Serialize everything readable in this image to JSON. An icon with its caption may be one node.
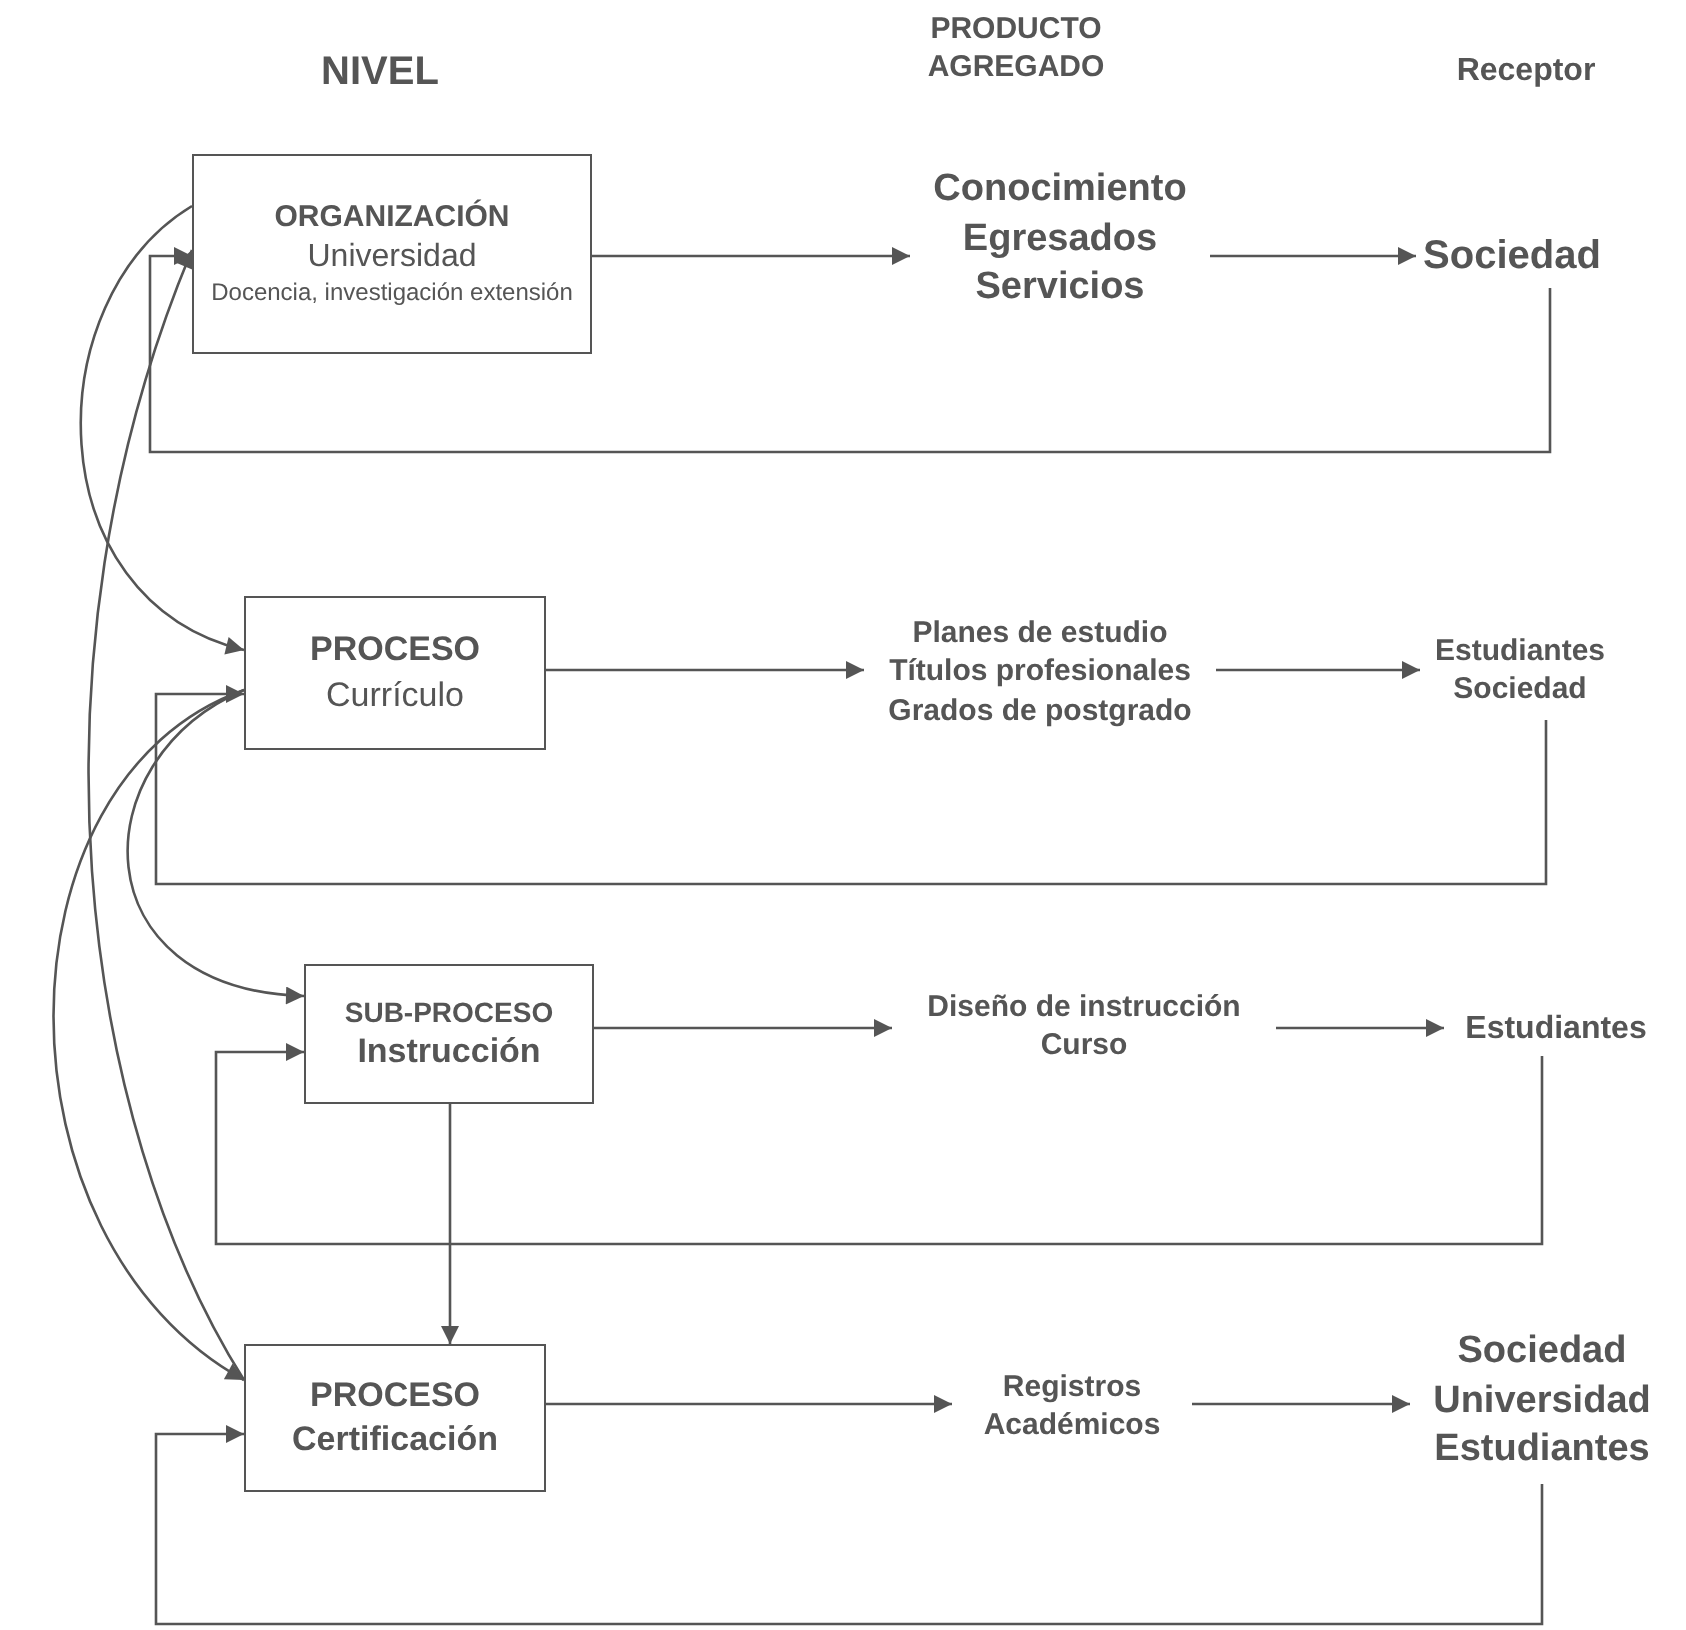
{
  "diagram": {
    "nodes": [
      {
        "text": [
          "ORGANIZACIÓN",
          "Universidad",
          "Docencia, investigación extensión"
        ]
      },
      {
        "text": [
          "Conocimiento",
          "Egresados",
          "Servicios"
        ]
      },
      {
        "text": [
          "Sociedad"
        ]
      },
      {
        "text": [
          "PROCESO",
          "Currículo"
        ]
      },
      {
        "text": [
          "Planes de estudio",
          "Títulos profesionales",
          "Grados de postgrado"
        ]
      },
      {
        "text": [
          "Estudiantes",
          "Sociedad"
        ]
      },
      {
        "text": [
          "SUB-PROCESO",
          "Instrucción"
        ]
      },
      {
        "text": [
          "Diseño de instrucción",
          "Curso"
        ]
      },
      {
        "text": [
          "Estudiantes"
        ]
      },
      {
        "text": [
          "PROCESO",
          "Certificación"
        ]
      },
      {
        "text": [
          "Registros",
          "Académicos"
        ]
      },
      {
        "text": [
          "Sociedad",
          "Universidad",
          "Estudiantes"
        ]
      }
    ],
    "edges": [
      {
        "from": 0,
        "to": 1,
        "arrow": "to"
      },
      {
        "from": 1,
        "to": 2,
        "arrow": "to"
      },
      {
        "from": 2,
        "to": 0,
        "arrow": "to"
      },
      {
        "from": 3,
        "to": 4,
        "arrow": "to"
      },
      {
        "from": 4,
        "to": 5,
        "arrow": "to"
      },
      {
        "from": 5,
        "to": 3,
        "arrow": "to"
      },
      {
        "from": 6,
        "to": 7,
        "arrow": "to"
      },
      {
        "from": 7,
        "to": 8,
        "arrow": "to"
      },
      {
        "from": 8,
        "to": 6,
        "arrow": "to"
      },
      {
        "from": 9,
        "to": 10,
        "arrow": "to"
      },
      {
        "from": 10,
        "to": 11,
        "arrow": "to"
      },
      {
        "from": 11,
        "to": 9,
        "arrow": "to"
      },
      {
        "from": 6,
        "to": 9,
        "arrow": "to"
      },
      {
        "from": 0,
        "to": 3,
        "arrow": "to"
      },
      {
        "from": 9,
        "to": 0,
        "arrow": "to"
      },
      {
        "from": 3,
        "to": 6,
        "arrow": "to"
      },
      {
        "from": 3,
        "to": 9,
        "arrow": "to"
      }
    ],
    "labels": [
      "NIVEL",
      "PRODUCTO AGREGADO",
      "Receptor"
    ]
  }
}
